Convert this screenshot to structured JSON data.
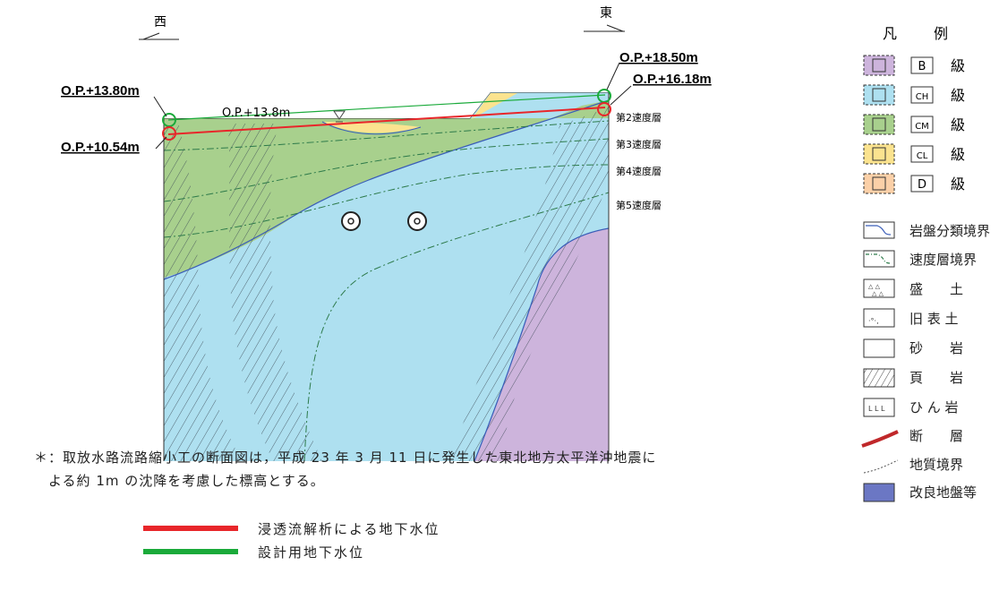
{
  "compass": {
    "west": "西",
    "east": "東"
  },
  "elevations": {
    "left_top": "O.P.+13.80m",
    "left_bottom": "O.P.+10.54m",
    "right_top": "O.P.+18.50m",
    "right_bottom": "O.P.+16.18m",
    "surface": "O.P.+13.8m"
  },
  "velocity_layers": [
    "第2速度層",
    "第3速度層",
    "第4速度層",
    "第5速度層"
  ],
  "legend": {
    "title": [
      "凡",
      "例"
    ],
    "grades": [
      {
        "code": "B",
        "label": "B",
        "suffix": "級",
        "color": "#cdb4dc"
      },
      {
        "code": "CH",
        "label": "CH",
        "suffix": "級",
        "color": "#aee0f0"
      },
      {
        "code": "CM",
        "label": "CM",
        "suffix": "級",
        "color": "#a8d08d"
      },
      {
        "code": "CL",
        "label": "CL",
        "suffix": "級",
        "color": "#fbe38f"
      },
      {
        "code": "D",
        "label": "D",
        "suffix": "級",
        "color": "#fbd0a8"
      }
    ],
    "symbols": [
      {
        "icon": "rock-grade-boundary-icon",
        "label": "岩盤分類境界"
      },
      {
        "icon": "velocity-layer-boundary-icon",
        "label": "速度層境界"
      },
      {
        "icon": "fill-soil-icon",
        "label": "盛　　土"
      },
      {
        "icon": "old-soil-icon",
        "label": "旧 表 土"
      },
      {
        "icon": "sandstone-icon",
        "label": "砂　　岩"
      },
      {
        "icon": "shale-icon",
        "label": "頁　　岩"
      },
      {
        "icon": "hornfels-icon",
        "label": "ひ ん 岩"
      },
      {
        "icon": "fault-icon",
        "label": "断　　層"
      },
      {
        "icon": "geologic-boundary-icon",
        "label": "地質境界"
      },
      {
        "icon": "improved-ground-icon",
        "label": "改良地盤等"
      }
    ]
  },
  "note": {
    "line1": "＊：取放水路流路縮小工の断面図は，平成 23 年 3 月 11 日に発生した東北地方太平洋沖地震に",
    "line2": "よる約 1m の沈降を考慮した標高とする。"
  },
  "key": [
    {
      "label": "浸透流解析による地下水位",
      "color": "#e8262a"
    },
    {
      "label": "設計用地下水位",
      "color": "#1aaa3a"
    }
  ],
  "colors": {
    "ch": "#aee0f0",
    "cm": "#a8d08d",
    "cl": "#fbe38f",
    "b": "#cdb4dc",
    "seepage_line": "#e8262a",
    "design_line": "#1aaa3a",
    "velocity_line": "#2d7a4a",
    "blue_line": "#3a5db8"
  }
}
